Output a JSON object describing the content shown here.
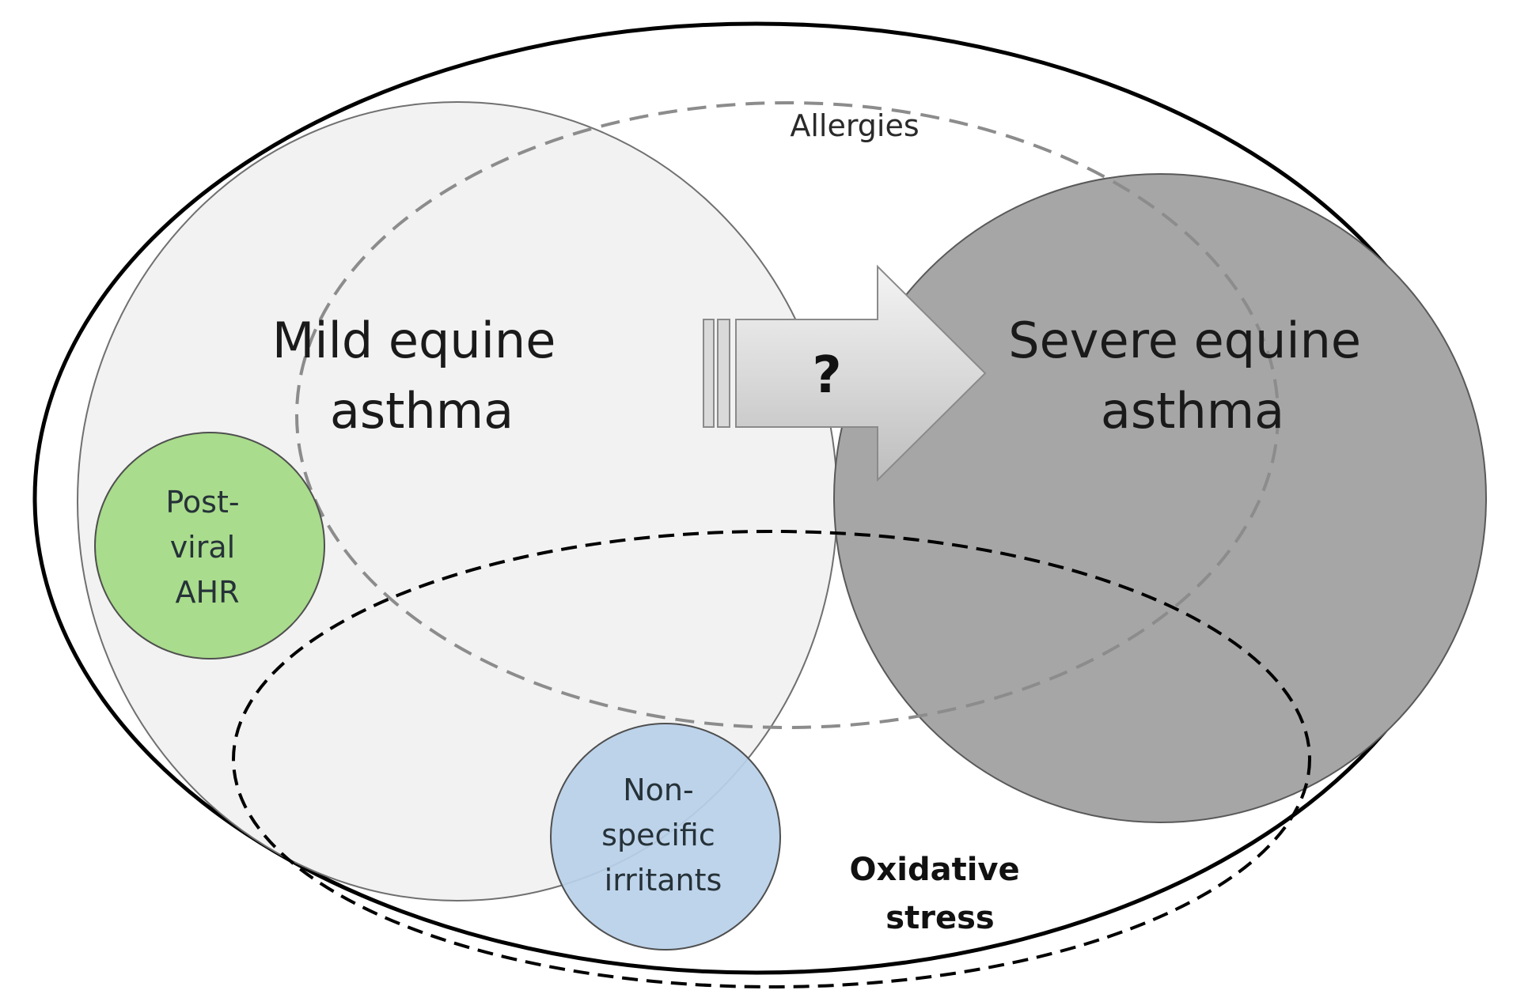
{
  "diagram": {
    "mild_asthma": {
      "lines": [
        "Mild equine",
        "asthma"
      ]
    },
    "severe_asthma": {
      "lines": [
        "Severe equine",
        "asthma"
      ]
    },
    "allergies": {
      "label": "Allergies"
    },
    "post_viral": {
      "lines": [
        "Post-",
        "viral",
        "AHR"
      ]
    },
    "non_specific": {
      "lines": [
        "Non-",
        "specific",
        "irritants"
      ]
    },
    "oxidative_stress": {
      "lines": [
        "Oxidative",
        "stress"
      ]
    },
    "progression_arrow": {
      "label": "?"
    }
  },
  "colors": {
    "mild_fill": "#f2f2f2",
    "severe_fill": "#a6a6a6",
    "post_viral_fill": "#a9dc8c",
    "non_specific_fill": "#b9d0e9",
    "outline": "#000000"
  }
}
